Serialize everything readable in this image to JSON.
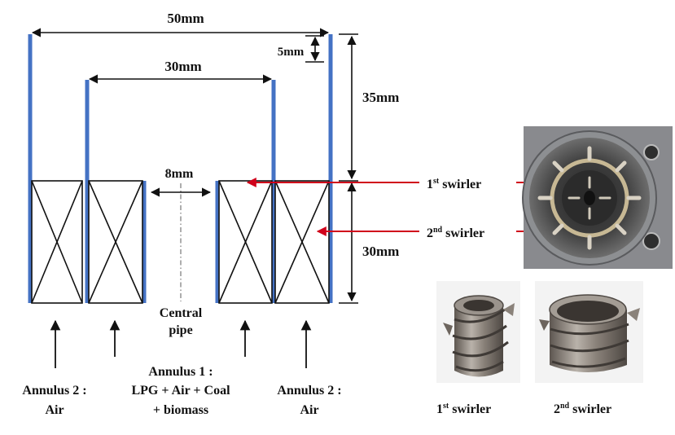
{
  "dimensions": {
    "total_width": "50mm",
    "inner_width": "30mm",
    "step_height": "5mm",
    "upper_height": "35mm",
    "swirler_height": "30mm",
    "central_gap": "8mm"
  },
  "labels": {
    "central_pipe_line1": "Central",
    "central_pipe_line2": "pipe",
    "annulus2_left_line1": "Annulus 2 :",
    "annulus2_left_line2": "Air",
    "annulus1_line1": "Annulus 1 :",
    "annulus1_line2": "LPG + Air + Coal",
    "annulus1_line3": "+ biomass",
    "annulus2_right_line1": "Annulus 2 :",
    "annulus2_right_line2": "Air"
  },
  "callouts": {
    "first_swirler": {
      "num": "1",
      "sup": "st",
      "text": " swirler"
    },
    "second_swirler": {
      "num": "2",
      "sup": "nd",
      "text": " swirler"
    }
  },
  "photo_captions": {
    "first": {
      "num": "1",
      "sup": "st",
      "text": " swirler"
    },
    "second": {
      "num": "2",
      "sup": "nd",
      "text": " swirler"
    }
  },
  "colors": {
    "wall_blue": "#4472c4",
    "arrow_red": "#d0021b",
    "line_black": "#111111"
  }
}
